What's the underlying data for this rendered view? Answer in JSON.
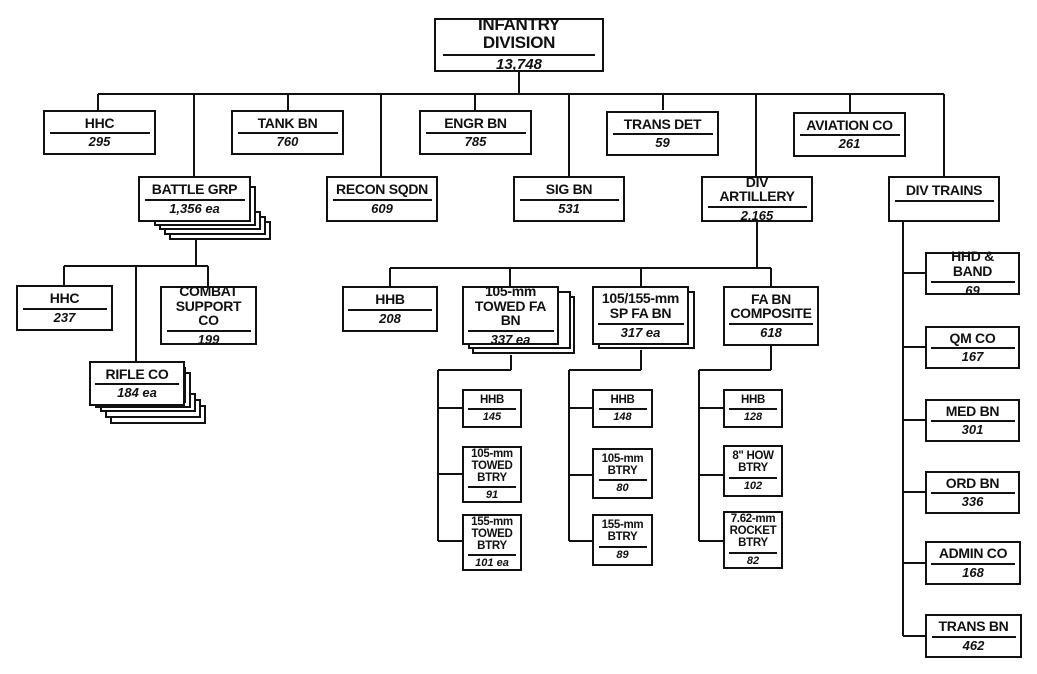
{
  "title": "Infantry Division Organization",
  "units": {
    "div": {
      "name": "INFANTRY DIVISION",
      "count": "13,748"
    },
    "hhc": {
      "name": "HHC",
      "count": "295"
    },
    "tank": {
      "name": "TANK BN",
      "count": "760"
    },
    "engr": {
      "name": "ENGR BN",
      "count": "785"
    },
    "transdet": {
      "name": "TRANS DET",
      "count": "59"
    },
    "aviation": {
      "name": "AVIATION CO",
      "count": "261"
    },
    "battlegrp": {
      "name": "BATTLE GRP",
      "count": "1,356 ea"
    },
    "recon": {
      "name": "RECON SQDN",
      "count": "609"
    },
    "sig": {
      "name": "SIG BN",
      "count": "531"
    },
    "divarty": {
      "name": "DIV ARTILLERY",
      "count": "2,165"
    },
    "divtrains": {
      "name": "DIV TRAINS",
      "count": ""
    },
    "bg_hhc": {
      "name": "HHC",
      "count": "237"
    },
    "bg_csc": {
      "name": "COMBAT SUPPORT CO",
      "count": "199"
    },
    "bg_rifle": {
      "name": "RIFLE CO",
      "count": "184 ea"
    },
    "da_hhb": {
      "name": "HHB",
      "count": "208"
    },
    "da_towed": {
      "name": "105-mm TOWED FA BN",
      "count": "337 ea"
    },
    "da_sp": {
      "name": "105/155-mm SP FA BN",
      "count": "317 ea"
    },
    "da_comp": {
      "name": "FA BN COMPOSITE",
      "count": "618"
    },
    "tw_hhb": {
      "name": "HHB",
      "count": "145"
    },
    "tw_105": {
      "name": "105-mm TOWED BTRY",
      "count": "91"
    },
    "tw_155": {
      "name": "155-mm TOWED BTRY",
      "count": "101 ea"
    },
    "sp_hhb": {
      "name": "HHB",
      "count": "148"
    },
    "sp_105": {
      "name": "105-mm BTRY",
      "count": "80"
    },
    "sp_155": {
      "name": "155-mm BTRY",
      "count": "89"
    },
    "cp_hhb": {
      "name": "HHB",
      "count": "128"
    },
    "cp_8how": {
      "name": "8\" HOW BTRY",
      "count": "102"
    },
    "cp_rocket": {
      "name": "7.62-mm ROCKET BTRY",
      "count": "82"
    },
    "tr_hhd": {
      "name": "HHD & BAND",
      "count": "69"
    },
    "tr_qm": {
      "name": "QM CO",
      "count": "167"
    },
    "tr_med": {
      "name": "MED BN",
      "count": "301"
    },
    "tr_ord": {
      "name": "ORD BN",
      "count": "336"
    },
    "tr_admin": {
      "name": "ADMIN CO",
      "count": "168"
    },
    "tr_trans": {
      "name": "TRANS BN",
      "count": "462"
    }
  }
}
